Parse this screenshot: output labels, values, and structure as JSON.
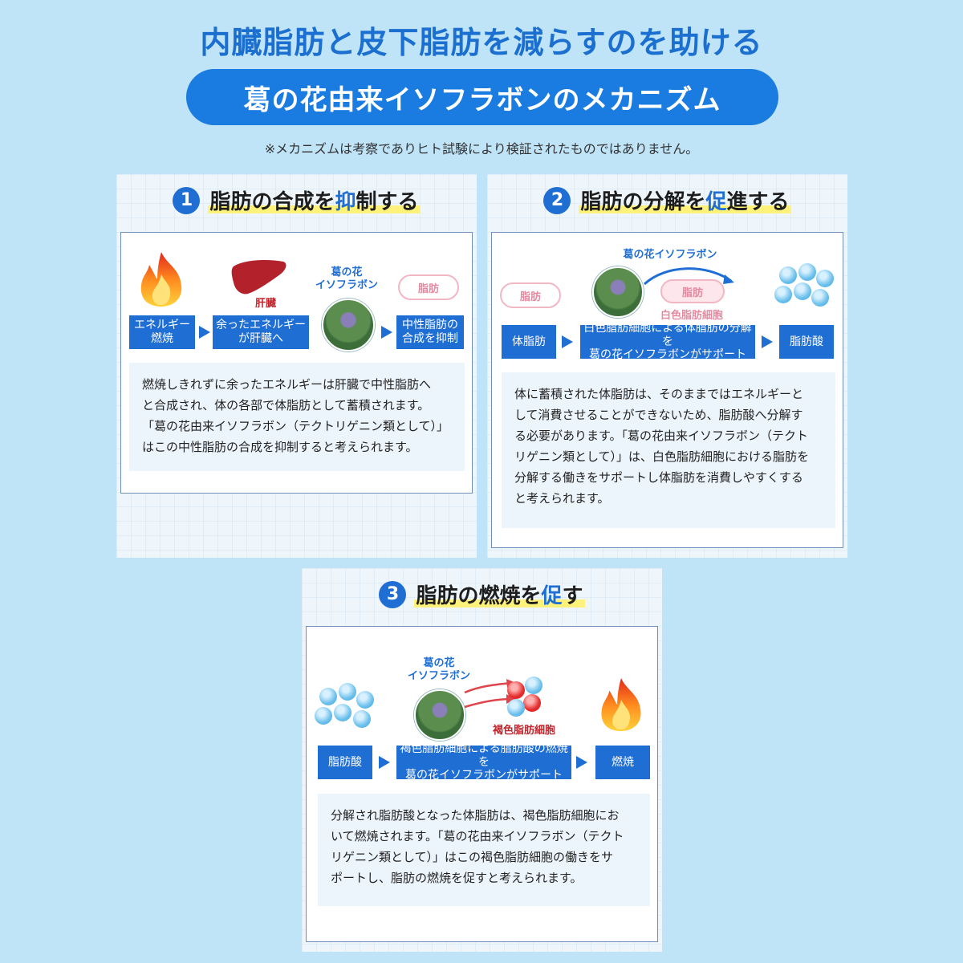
{
  "header": {
    "headline": "内臓脂肪と皮下脂肪を減らすのを助ける",
    "pill": "葛の花由来イソフラボンのメカニズム",
    "note": "※メカニズムは考察でありヒト試験により検証されたものではありません。"
  },
  "panel1": {
    "number": "1",
    "title_a": "脂肪の合成を",
    "title_hl": "抑",
    "title_b": "制する",
    "liver_label": "肝臓",
    "flower_label_1": "葛の花",
    "flower_label_2": "イソフラボン",
    "cloud_label": "脂肪",
    "box1_l1": "エネルギー",
    "box1_l2": "燃焼",
    "box2_l1": "余ったエネルギー",
    "box2_l2": "が肝臓へ",
    "box3_l1": "中性脂肪の",
    "box3_l2": "合成を抑制",
    "desc": [
      "燃焼しきれずに余ったエネルギーは肝臓で中性脂肪へ",
      "と合成され、体の各部で体脂肪として蓄積されます。",
      "「葛の花由来イソフラボン（テクトリゲニン類として）」",
      "はこの中性脂肪の合成を抑制すると考えられます。"
    ]
  },
  "panel2": {
    "number": "2",
    "title_a": "脂肪の分解を",
    "title_hl": "促",
    "title_b": "進する",
    "flower_label": "葛の花イソフラボン",
    "cloud_left": "脂肪",
    "cloud_mid": "脂肪",
    "cell_label": "白色脂肪細胞",
    "box1": "体脂肪",
    "box2_l1": "白色脂肪細胞による体脂肪の分解を",
    "box2_l2": "葛の花イソフラボンがサポート",
    "box3": "脂肪酸",
    "desc": [
      "体に蓄積された体脂肪は、そのままではエネルギーと",
      "して消費させることができないため、脂肪酸へ分解す",
      "る必要があります。「葛の花由来イソフラボン（テクト",
      "リゲニン類として）」は、白色脂肪細胞における脂肪を",
      "分解する働きをサポートし体脂肪を消費しやすくする",
      "と考えられます。"
    ]
  },
  "panel3": {
    "number": "3",
    "title_a": "脂肪の燃焼を",
    "title_hl": "促",
    "title_b": "す",
    "flower_label_1": "葛の花",
    "flower_label_2": "イソフラボン",
    "cell_label": "褐色脂肪細胞",
    "box1": "脂肪酸",
    "box2_l1": "褐色脂肪細胞による脂肪酸の燃焼を",
    "box2_l2": "葛の花イソフラボンがサポート",
    "box3": "燃焼",
    "desc": [
      "分解され脂肪酸となった体脂肪は、褐色脂肪細胞にお",
      "いて燃焼されます。「葛の花由来イソフラボン（テクト",
      "リゲニン類として）」はこの褐色脂肪細胞の働きをサ",
      "ポートし、脂肪の燃焼を促すと考えられます。"
    ]
  },
  "colors": {
    "background": "#bfe3f7",
    "accent_blue": "#1f6ed4",
    "highlight_yellow": "#fff27a",
    "liver_red": "#c0262e",
    "fat_pink": "#e58aa0"
  }
}
